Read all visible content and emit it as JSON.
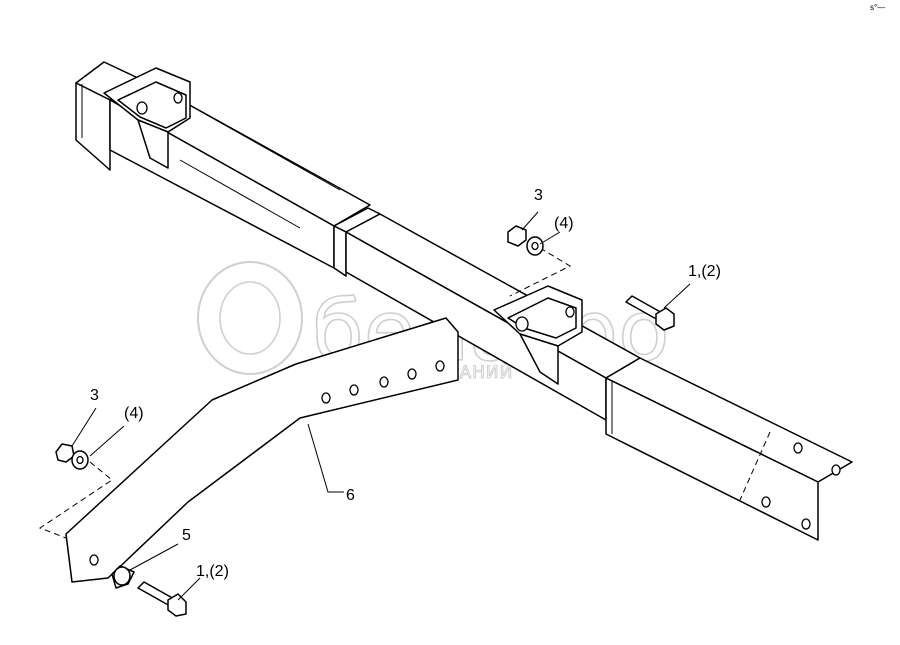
{
  "watermark": {
    "brand": "белагро",
    "subtitle": "ГРУППА КОМПАНИЙ"
  },
  "corner_mark": "s°—",
  "callouts": {
    "nut_top": "3",
    "washer_top": "(4)",
    "bolt_top": "1,(2)",
    "nut_left": "3",
    "washer_left": "(4)",
    "arm": "6",
    "spacer": "5",
    "bolt_bottom": "1,(2)"
  }
}
